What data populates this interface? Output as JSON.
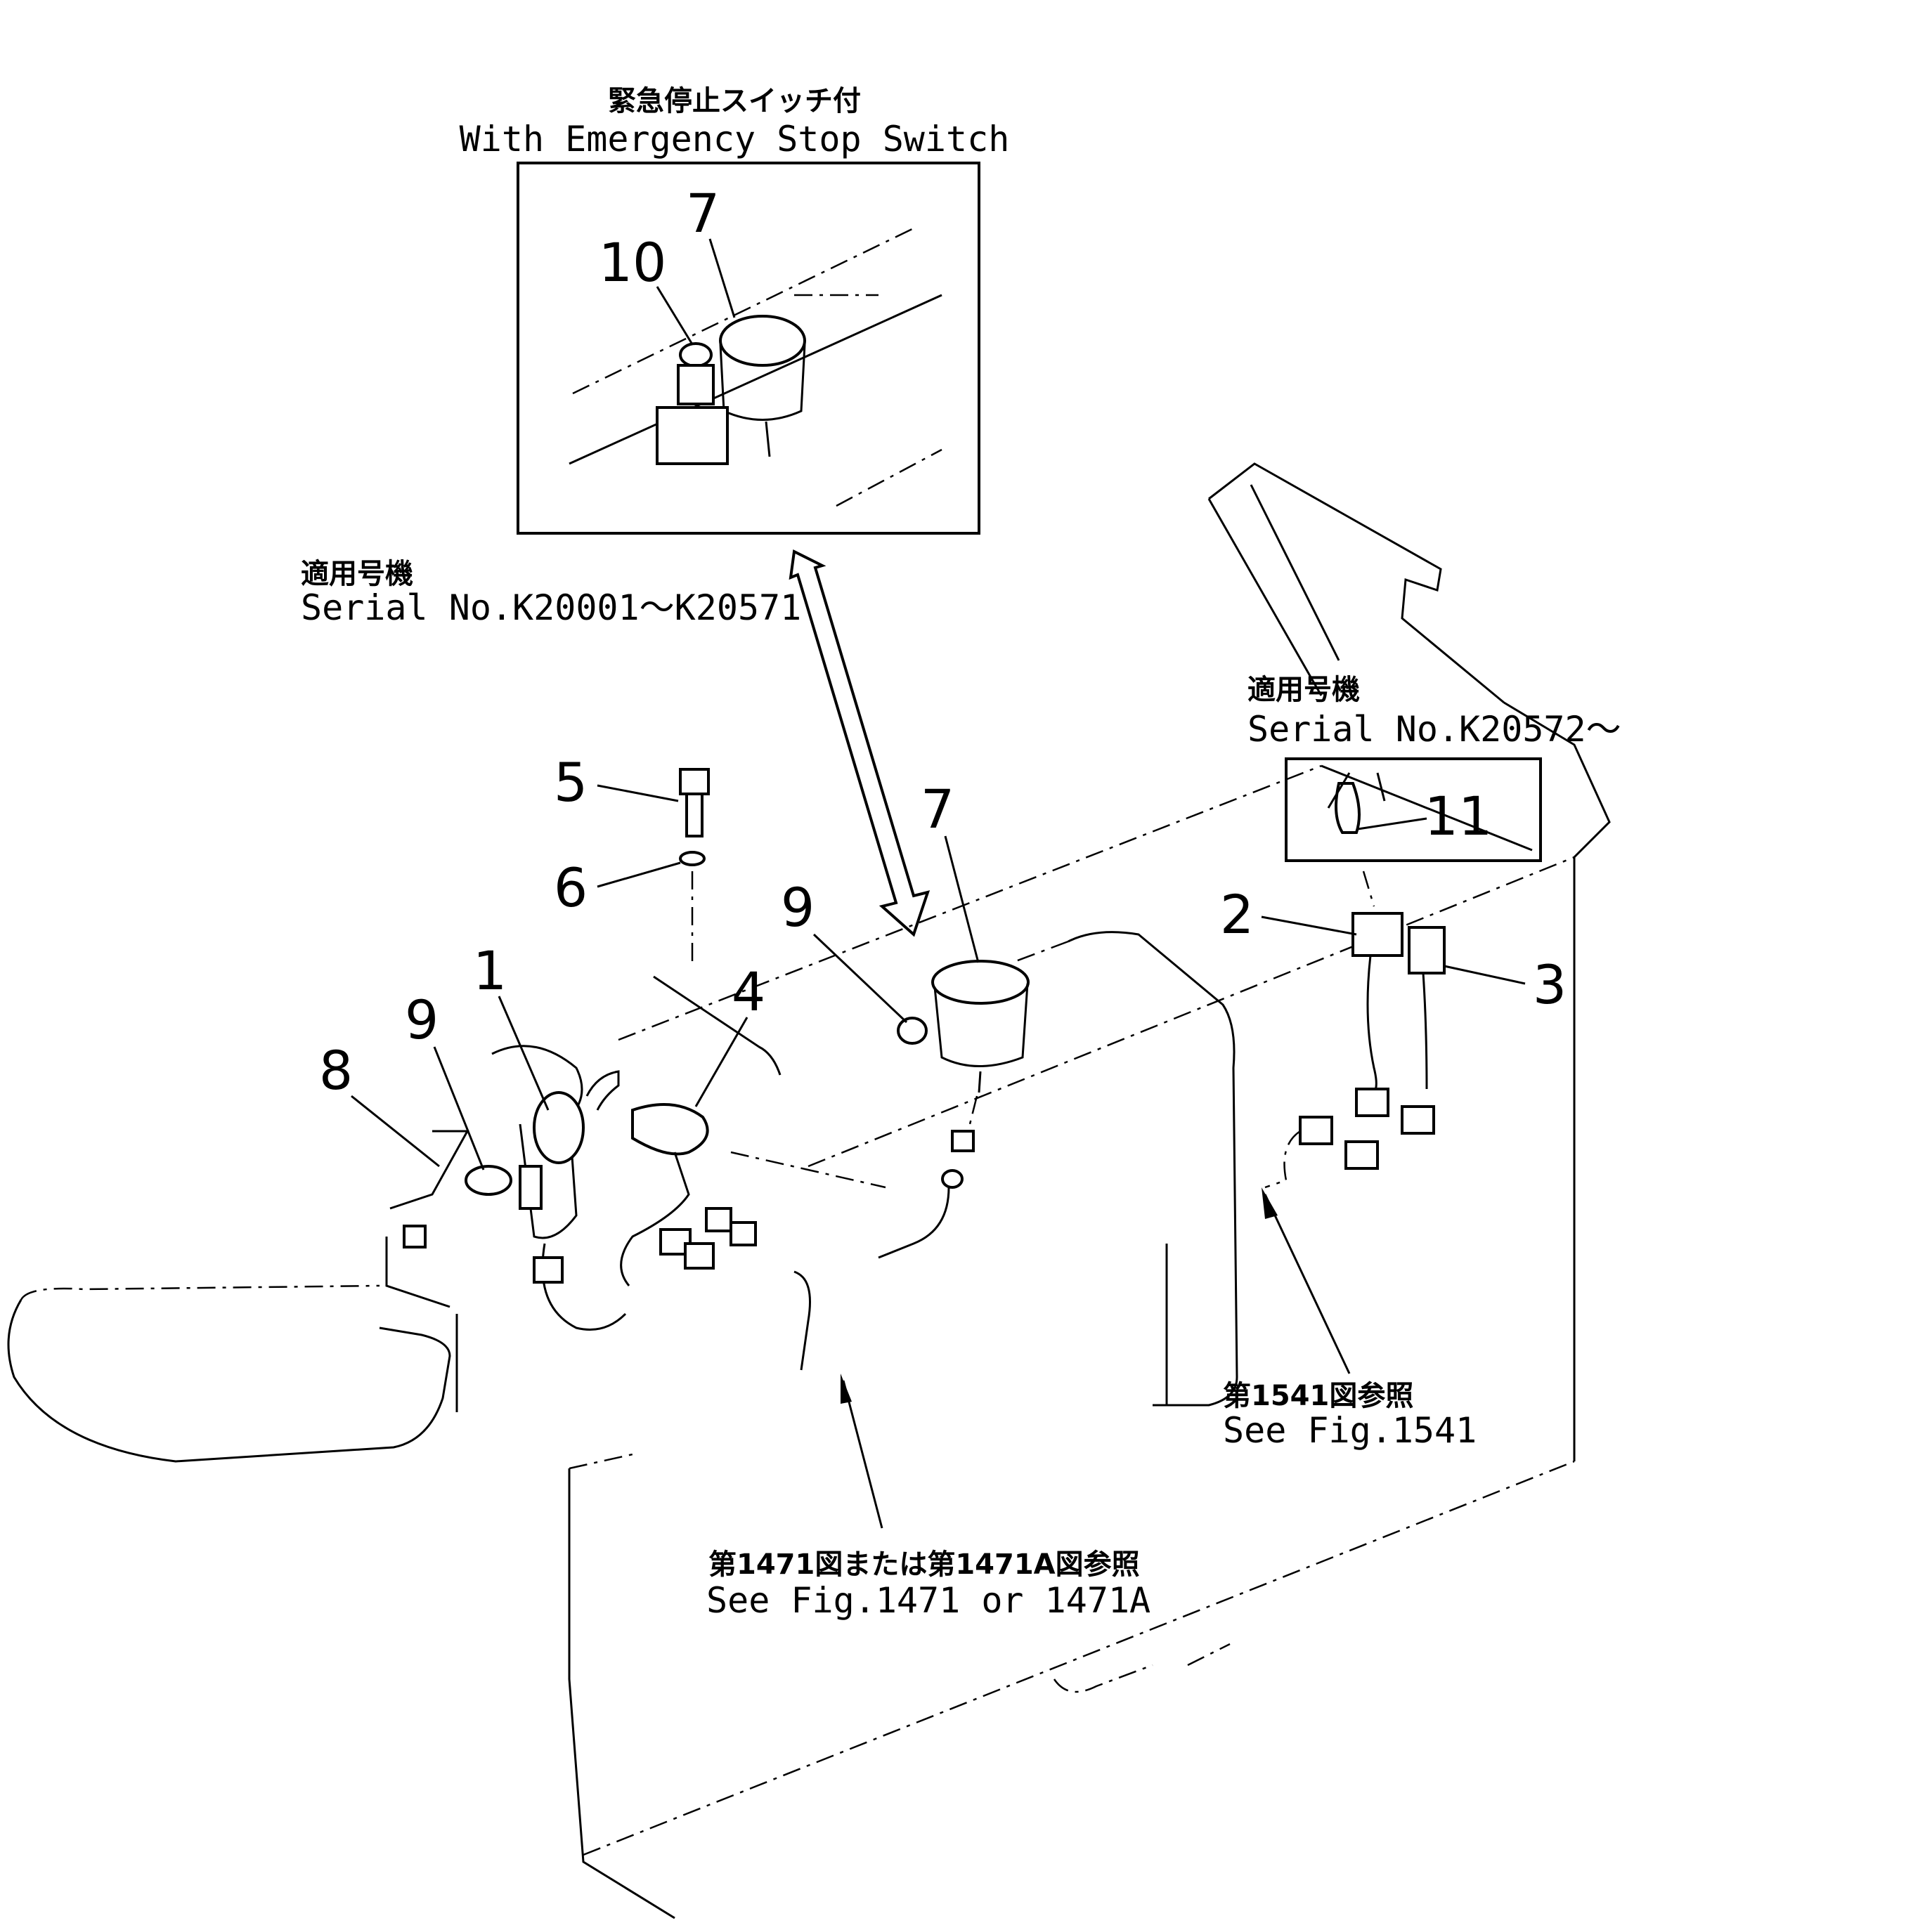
{
  "inset": {
    "title_jp": "緊急停止スイッチ付",
    "title_en": "With Emergency Stop Switch",
    "callouts": [
      "10",
      "7"
    ]
  },
  "serial_left": {
    "label_jp": "適用号機",
    "label_en": "Serial No.K20001～K20571"
  },
  "serial_right": {
    "label_jp": "適用号機",
    "label_en": "Serial No.K20572～"
  },
  "callouts": [
    "1",
    "2",
    "3",
    "4",
    "5",
    "6",
    "7",
    "8",
    "9",
    "9",
    "11"
  ],
  "ref_fig_1541": {
    "jp": "第1541図参照",
    "en": "See Fig.1541"
  },
  "ref_fig_1471": {
    "jp": "第1471図または第1471A図参照",
    "en": "See Fig.1471 or 1471A"
  }
}
